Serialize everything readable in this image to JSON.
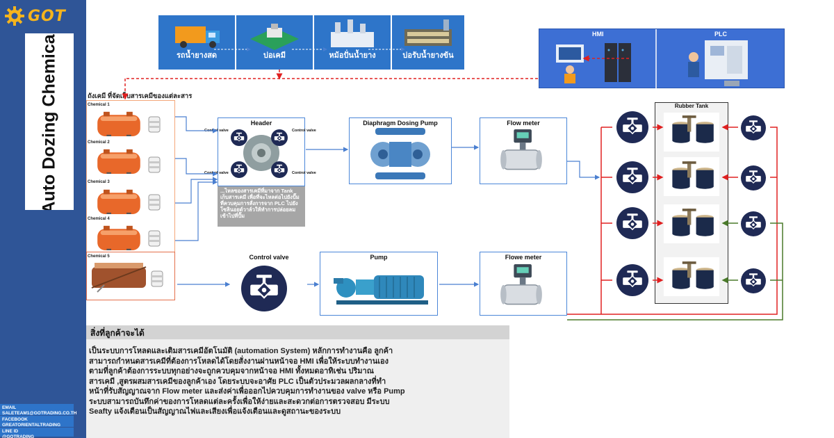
{
  "brand": {
    "logo_text": "GOT"
  },
  "sidebar": {
    "title": "Auto Dozing Chemical",
    "email": "EMAIL\nSALETEAM1@GOTRADING.CO.TH",
    "facebook": "FACEBOOK\nGREATORIENTALTRADING",
    "line": "LINE ID\n@GOTRADING"
  },
  "top_flow": {
    "steps": [
      {
        "label": "รถน้ำยางสด"
      },
      {
        "label": "บ่อเคมี"
      },
      {
        "label": "หม้อปั่นน้ำยาง"
      },
      {
        "label": "บ่อรับน้ำยางข้น"
      }
    ]
  },
  "control_panel": {
    "hmi_label": "HMI",
    "plc_label": "PLC"
  },
  "chemicals": {
    "caption": "ถังเคมี ที่จัดเก็บสารเคมีของแต่ละสาร",
    "labels": [
      "Chemical 1",
      "Chemical 2",
      "Chemical 3",
      "Chemical 4",
      "Chemical 5"
    ]
  },
  "header_unit": {
    "title": "Header",
    "valve_label": "Control valve",
    "note": "...ไหลของสารเคมีที่มาจาก Tank เก็บสารเคมี เพื่อที่จะไหลต่อไปยังปั๊ม ที่ควบคุมการสั่งการจาก PLC ไปยังโซลินอยด์วาล์วให้ทำการปล่อยลมเข้าไปที่ปั๊ม"
  },
  "upper_line": {
    "pump_title": "Diaphragm Dosing Pump",
    "meter_title": "Flow meter"
  },
  "lower_line": {
    "valve_title": "Control valve",
    "pump_title": "Pump",
    "meter_title": "Flowe meter"
  },
  "rubber_tank": {
    "title": "Rubber Tank"
  },
  "benefits": {
    "heading": "สิ่งที่ลูกค้าจะได้",
    "lines": [
      "เป็นระบบการโหลดและเติมสารเคมีอัตโนมัติ (automation System) หลักการทำงานคือ ลูกค้า",
      "สามารถกำหนดสารเคมีที่ต้องการโหลดได้โดยสั่งงานผ่านหน้าจอ HMI เพื่อให้ระบบทำงานเอง",
      "ตามที่ลูกค้าต้องการระบบทุกอย่างจะถูกควบคุมจากหน้าจอ HMI ทั้งหมดอาทิเช่น ปริมาณ",
      "สารเคมี ,สูตรผสมสารเคมีของลูกค้าเอง โดยระบบจะอาศัย PLC เป็นตัวประมวลผลกลางที่ทำ",
      "หน้าที่รับสัญญาณจาก Flow meter และส่งค่าเพื่อออกไปควบคุมการทำงานของ valve หรือ Pump",
      "ระบบสามารถบันทึกค่าของการโหลดแต่ละครั้งเพื่อให้ง่ายและสะดวกต่อการตรวจสอบ มีระบบ",
      "Seafty แจ้งเตือนเป็นสัญญาณไฟและเสียงเพื่อแจ้งเตือนและดูสถานะของระบบ"
    ]
  },
  "colors": {
    "sidebar": "#2f5597",
    "accent_blue": "#2e75c9",
    "chemical_orange": "#e8682a",
    "valve_navy": "#1f2a55",
    "line_red": "#e02020",
    "line_green": "#4a7a2a",
    "arrow_blue": "#4a7fd0"
  }
}
